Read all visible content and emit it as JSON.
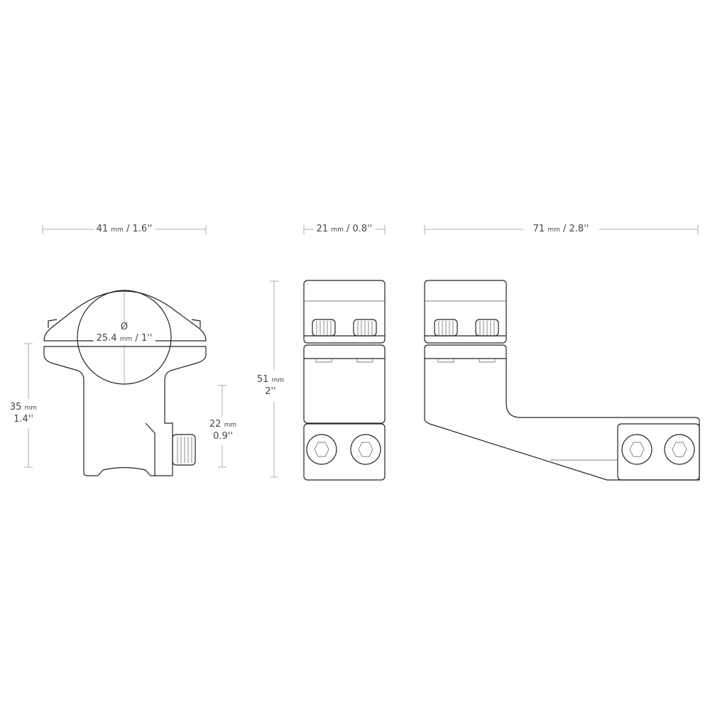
{
  "dimensions": {
    "width": {
      "value": "41",
      "unit": "mm",
      "imperial": "1.6''"
    },
    "ring_diameter": {
      "symbol": "Ø",
      "value": "25.4",
      "unit": "mm",
      "imperial": "1''"
    },
    "height_center": {
      "value": "35",
      "unit": "mm",
      "imperial": "1.4''"
    },
    "height_clamp": {
      "value": "22",
      "unit": "mm",
      "imperial": "0.9''"
    },
    "depth": {
      "value": "21",
      "unit": "mm",
      "imperial": "0.8''"
    },
    "total_height": {
      "value": "51",
      "unit": "mm",
      "imperial": "2''"
    },
    "offset_length": {
      "value": "71",
      "unit": "mm",
      "imperial": "2.8''"
    }
  },
  "colors": {
    "line": "#222222",
    "dimension": "#999999",
    "text": "#444444"
  }
}
